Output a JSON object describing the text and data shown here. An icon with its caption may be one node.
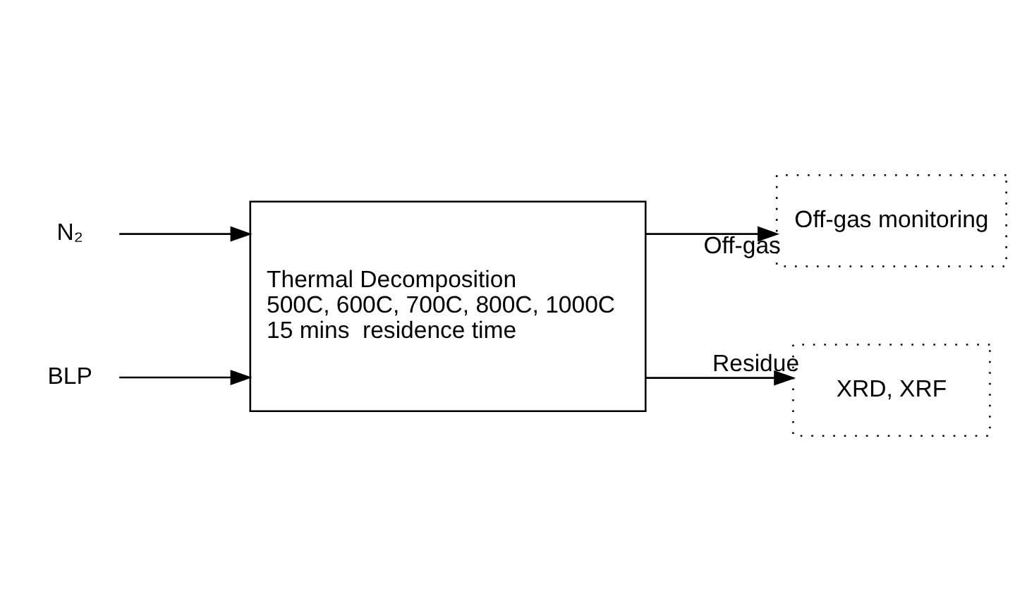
{
  "diagram": {
    "nodes": [
      {
        "text": [
          "N₂"
        ]
      },
      {
        "text": [
          "BLP"
        ]
      },
      {
        "text": [
          "Thermal Decomposition",
          "500C, 600C, 700C, 800C, 1000C",
          "15 mins  residence time"
        ]
      },
      {
        "text": [
          "Off-gas monitoring"
        ]
      },
      {
        "text": [
          "XRD, XRF"
        ]
      }
    ],
    "edges": [
      {
        "from": 0,
        "to": 2,
        "arrow": "to"
      },
      {
        "from": 1,
        "to": 2,
        "arrow": "to"
      },
      {
        "from": 2,
        "to": 3,
        "arrow": "to",
        "label": "Off-gas"
      },
      {
        "from": 2,
        "to": 4,
        "arrow": "to",
        "label": "Residue"
      }
    ]
  }
}
